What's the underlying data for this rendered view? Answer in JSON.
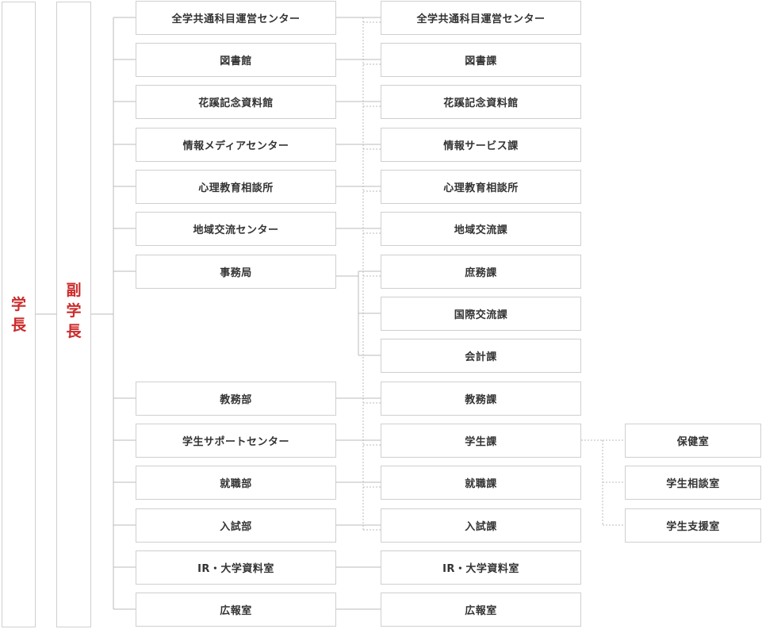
{
  "colors": {
    "accent": "#cc2b2b",
    "text": "#333333",
    "border": "#cfcfcf",
    "line": "#bbbbbb"
  },
  "president": {
    "chars": [
      "学",
      "長"
    ]
  },
  "vice_president": {
    "chars": [
      "副",
      "学",
      "長"
    ]
  },
  "units": [
    {
      "name": "全学共通科目運営センター",
      "divisions": [
        "全学共通科目運営センター"
      ]
    },
    {
      "name": "図書館",
      "divisions": [
        "図書課"
      ]
    },
    {
      "name": "花蹊記念資料館",
      "divisions": [
        "花蹊記念資料館"
      ]
    },
    {
      "name": "情報メディアセンター",
      "divisions": [
        "情報サービス課"
      ]
    },
    {
      "name": "心理教育相談所",
      "divisions": [
        "心理教育相談所"
      ]
    },
    {
      "name": "地域交流センター",
      "divisions": [
        "地域交流課"
      ]
    },
    {
      "name": "事務局",
      "divisions": [
        "庶務課",
        "国際交流課",
        "会計課"
      ]
    },
    {
      "name": "教務部",
      "divisions": [
        "教務課"
      ]
    },
    {
      "name": "学生サポートセンター",
      "divisions": [
        "学生課"
      ]
    },
    {
      "name": "就職部",
      "divisions": [
        "就職課"
      ]
    },
    {
      "name": "入試部",
      "divisions": [
        "入試課"
      ]
    },
    {
      "name": "IR・大学資料室",
      "divisions": [
        "IR・大学資料室"
      ]
    },
    {
      "name": "広報室",
      "divisions": [
        "広報室"
      ]
    }
  ],
  "student_affairs_rooms": [
    "保健室",
    "学生相談室",
    "学生支援室"
  ]
}
